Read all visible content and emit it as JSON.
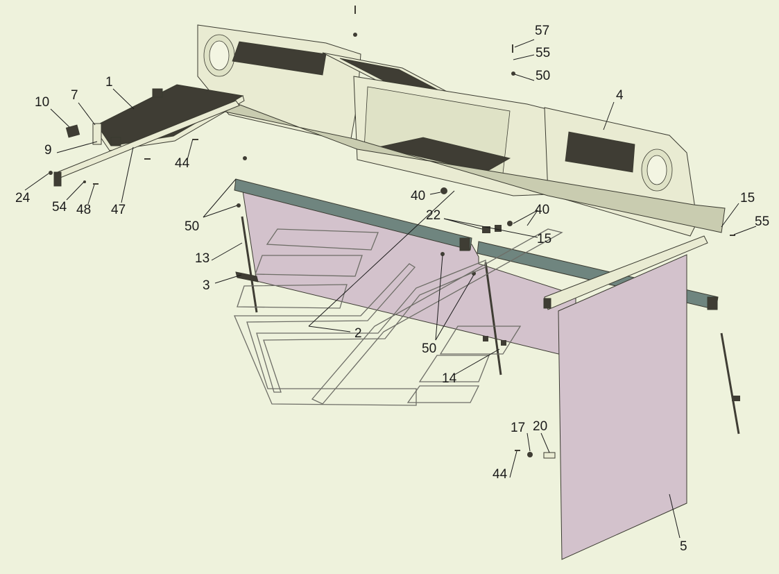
{
  "colors": {
    "background": "#eef2dc",
    "panel": "#e9ebd2",
    "panel_shadow": "#c9ccb0",
    "dark_fill": "#3f3d34",
    "curtain": "#d3c2cc",
    "rail": "#6f857f",
    "outline": "#6d6d66"
  },
  "callouts": [
    {
      "id": "c1",
      "text": "1"
    },
    {
      "id": "c2",
      "text": "2"
    },
    {
      "id": "c3",
      "text": "3"
    },
    {
      "id": "c4",
      "text": "4"
    },
    {
      "id": "c5",
      "text": "5"
    },
    {
      "id": "c7",
      "text": "7"
    },
    {
      "id": "c9",
      "text": "9"
    },
    {
      "id": "c10",
      "text": "10"
    },
    {
      "id": "c13",
      "text": "13"
    },
    {
      "id": "c14",
      "text": "14"
    },
    {
      "id": "c15a",
      "text": "15"
    },
    {
      "id": "c15b",
      "text": "15"
    },
    {
      "id": "c17",
      "text": "17"
    },
    {
      "id": "c20",
      "text": "20"
    },
    {
      "id": "c22",
      "text": "22"
    },
    {
      "id": "c24",
      "text": "24"
    },
    {
      "id": "c40a",
      "text": "40"
    },
    {
      "id": "c40b",
      "text": "40"
    },
    {
      "id": "c44a",
      "text": "44"
    },
    {
      "id": "c44b",
      "text": "44"
    },
    {
      "id": "c47",
      "text": "47"
    },
    {
      "id": "c48",
      "text": "48"
    },
    {
      "id": "c50a",
      "text": "50"
    },
    {
      "id": "c50b",
      "text": "50"
    },
    {
      "id": "c50c",
      "text": "50"
    },
    {
      "id": "c54",
      "text": "54"
    },
    {
      "id": "c55a",
      "text": "55"
    },
    {
      "id": "c55b",
      "text": "55"
    },
    {
      "id": "c57",
      "text": "57"
    }
  ]
}
